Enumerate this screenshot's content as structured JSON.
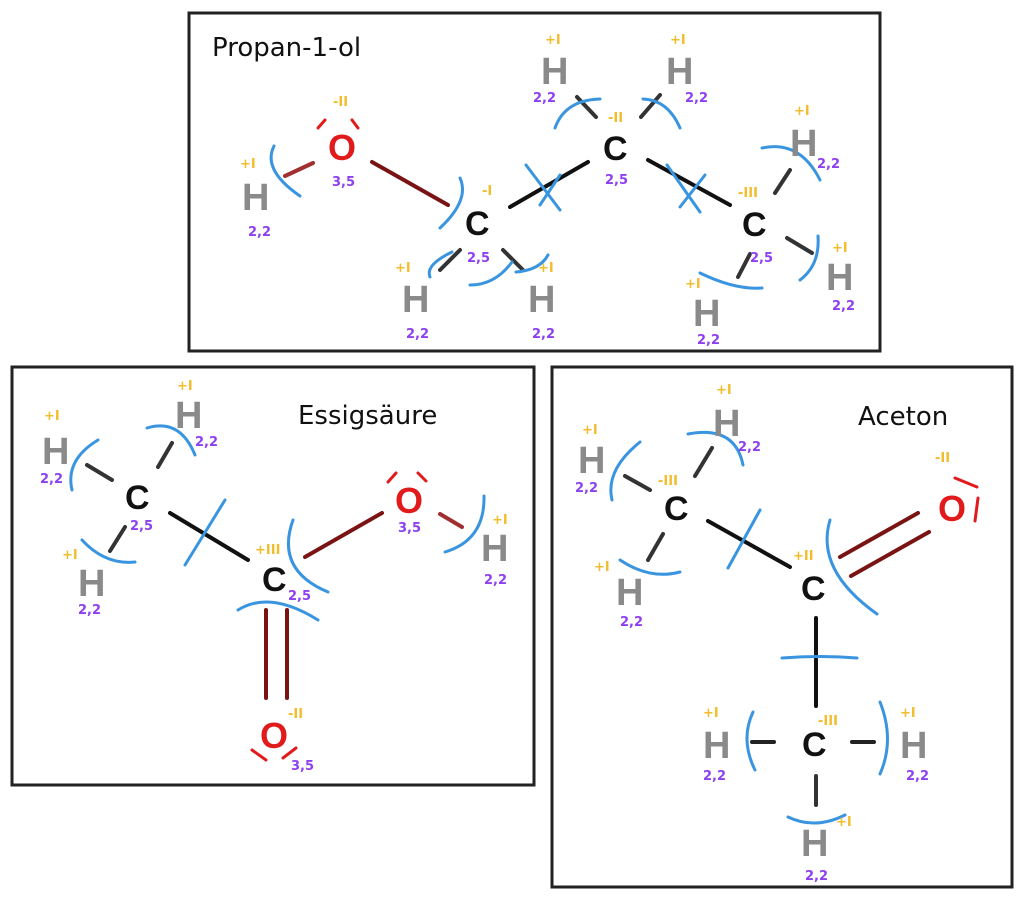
{
  "colors": {
    "carbon": "#111111",
    "hydrogen": "#8a8a8a",
    "oxygen": "#e11b1b",
    "oxidation_number": "#f2bd2c",
    "electronegativity": "#8e3ff0",
    "bond_split": "#3a95e0",
    "frame": "#222222"
  },
  "molecules": [
    {
      "id": "propanol",
      "title": "Propan-1-ol",
      "atoms": [
        {
          "id": "O1",
          "el": "O",
          "ox": "-II",
          "en": "3,5"
        },
        {
          "id": "H_O",
          "el": "H",
          "ox": "+I",
          "en": "2,2"
        },
        {
          "id": "C1",
          "el": "C",
          "ox": "-I",
          "en": "2,5"
        },
        {
          "id": "H1a",
          "el": "H",
          "ox": "+I",
          "en": "2,2"
        },
        {
          "id": "H1b",
          "el": "H",
          "ox": "+I",
          "en": "2,2"
        },
        {
          "id": "C2",
          "el": "C",
          "ox": "-II",
          "en": "2,5"
        },
        {
          "id": "H2a",
          "el": "H",
          "ox": "+I",
          "en": "2,2"
        },
        {
          "id": "H2b",
          "el": "H",
          "ox": "+I",
          "en": "2,2"
        },
        {
          "id": "C3",
          "el": "C",
          "ox": "-III",
          "en": "2,5"
        },
        {
          "id": "H3a",
          "el": "H",
          "ox": "+I",
          "en": "2,2"
        },
        {
          "id": "H3b",
          "el": "H",
          "ox": "+I",
          "en": "2,2"
        },
        {
          "id": "H3c",
          "el": "H",
          "ox": "+I",
          "en": "2,2"
        }
      ]
    },
    {
      "id": "essigsaeure",
      "title": "Essigsäure",
      "atoms": [
        {
          "id": "H1",
          "el": "H",
          "ox": "+I",
          "en": "2,2"
        },
        {
          "id": "H2",
          "el": "H",
          "ox": "+I",
          "en": "2,2"
        },
        {
          "id": "H3",
          "el": "H",
          "ox": "+I",
          "en": "2,2"
        },
        {
          "id": "C1",
          "el": "C",
          "ox": "",
          "en": "2,5"
        },
        {
          "id": "C2",
          "el": "C",
          "ox": "+III",
          "en": "2,5"
        },
        {
          "id": "O_OH",
          "el": "O",
          "ox": "",
          "en": "3,5"
        },
        {
          "id": "H_OH",
          "el": "H",
          "ox": "+I",
          "en": "2,2"
        },
        {
          "id": "O_dbl",
          "el": "O",
          "ox": "-II",
          "en": "3,5"
        }
      ]
    },
    {
      "id": "aceton",
      "title": "Aceton",
      "atoms": [
        {
          "id": "H1",
          "el": "H",
          "ox": "+I",
          "en": "2,2"
        },
        {
          "id": "H2",
          "el": "H",
          "ox": "+I",
          "en": "2,2"
        },
        {
          "id": "H3",
          "el": "H",
          "ox": "+I",
          "en": "2,2"
        },
        {
          "id": "C1",
          "el": "C",
          "ox": "-III",
          "en": ""
        },
        {
          "id": "C2",
          "el": "C",
          "ox": "+II",
          "en": ""
        },
        {
          "id": "O",
          "el": "O",
          "ox": "-II",
          "en": ""
        },
        {
          "id": "C3",
          "el": "C",
          "ox": "-III",
          "en": ""
        },
        {
          "id": "H4",
          "el": "H",
          "ox": "+I",
          "en": "2,2"
        },
        {
          "id": "H5",
          "el": "H",
          "ox": "+I",
          "en": "2,2"
        },
        {
          "id": "H6",
          "el": "H",
          "ox": "+I",
          "en": "2,2"
        }
      ]
    }
  ]
}
